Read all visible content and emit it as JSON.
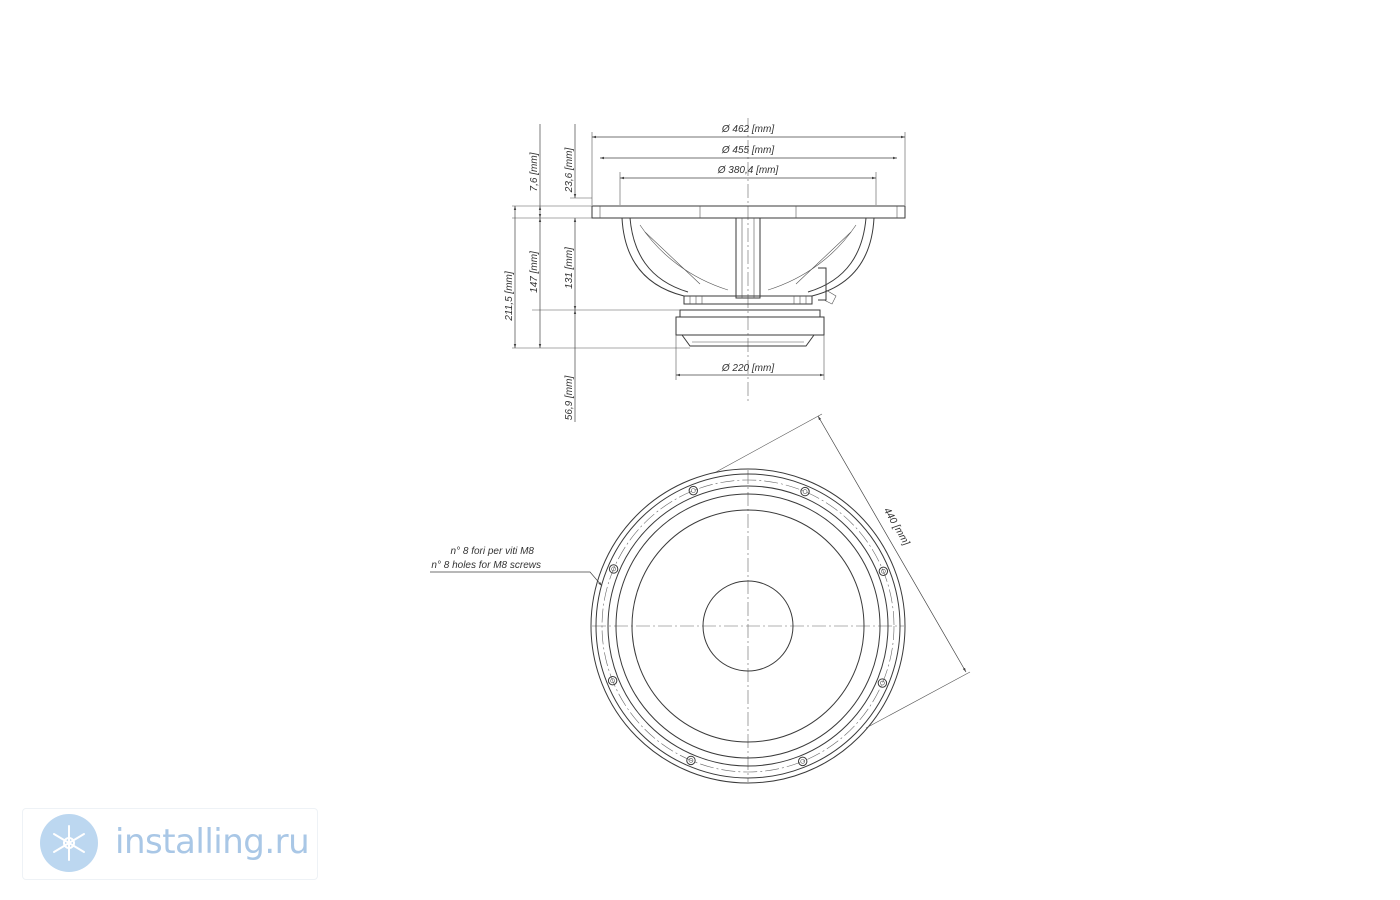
{
  "top_dims": {
    "d462": "Ø 462 [mm]",
    "d455": "Ø 455 [mm]",
    "d380": "Ø 380,4 [mm]",
    "d220": "Ø 220 [mm]"
  },
  "left_dims": {
    "h7_6": "7,6 [mm]",
    "h23_6": "23,6 [mm]",
    "h147": "147 [mm]",
    "h131": "131 [mm]",
    "h211_5": "211,5 [mm]",
    "h56_9": "56,9 [mm]"
  },
  "front_view": {
    "diag_dim": "440 [mm]",
    "note_it": "n° 8 fori per viti M8",
    "note_en": "n° 8 holes for M8 screws"
  },
  "watermark": {
    "text": "installing.ru",
    "logo_icon": "snowflake-icon"
  }
}
